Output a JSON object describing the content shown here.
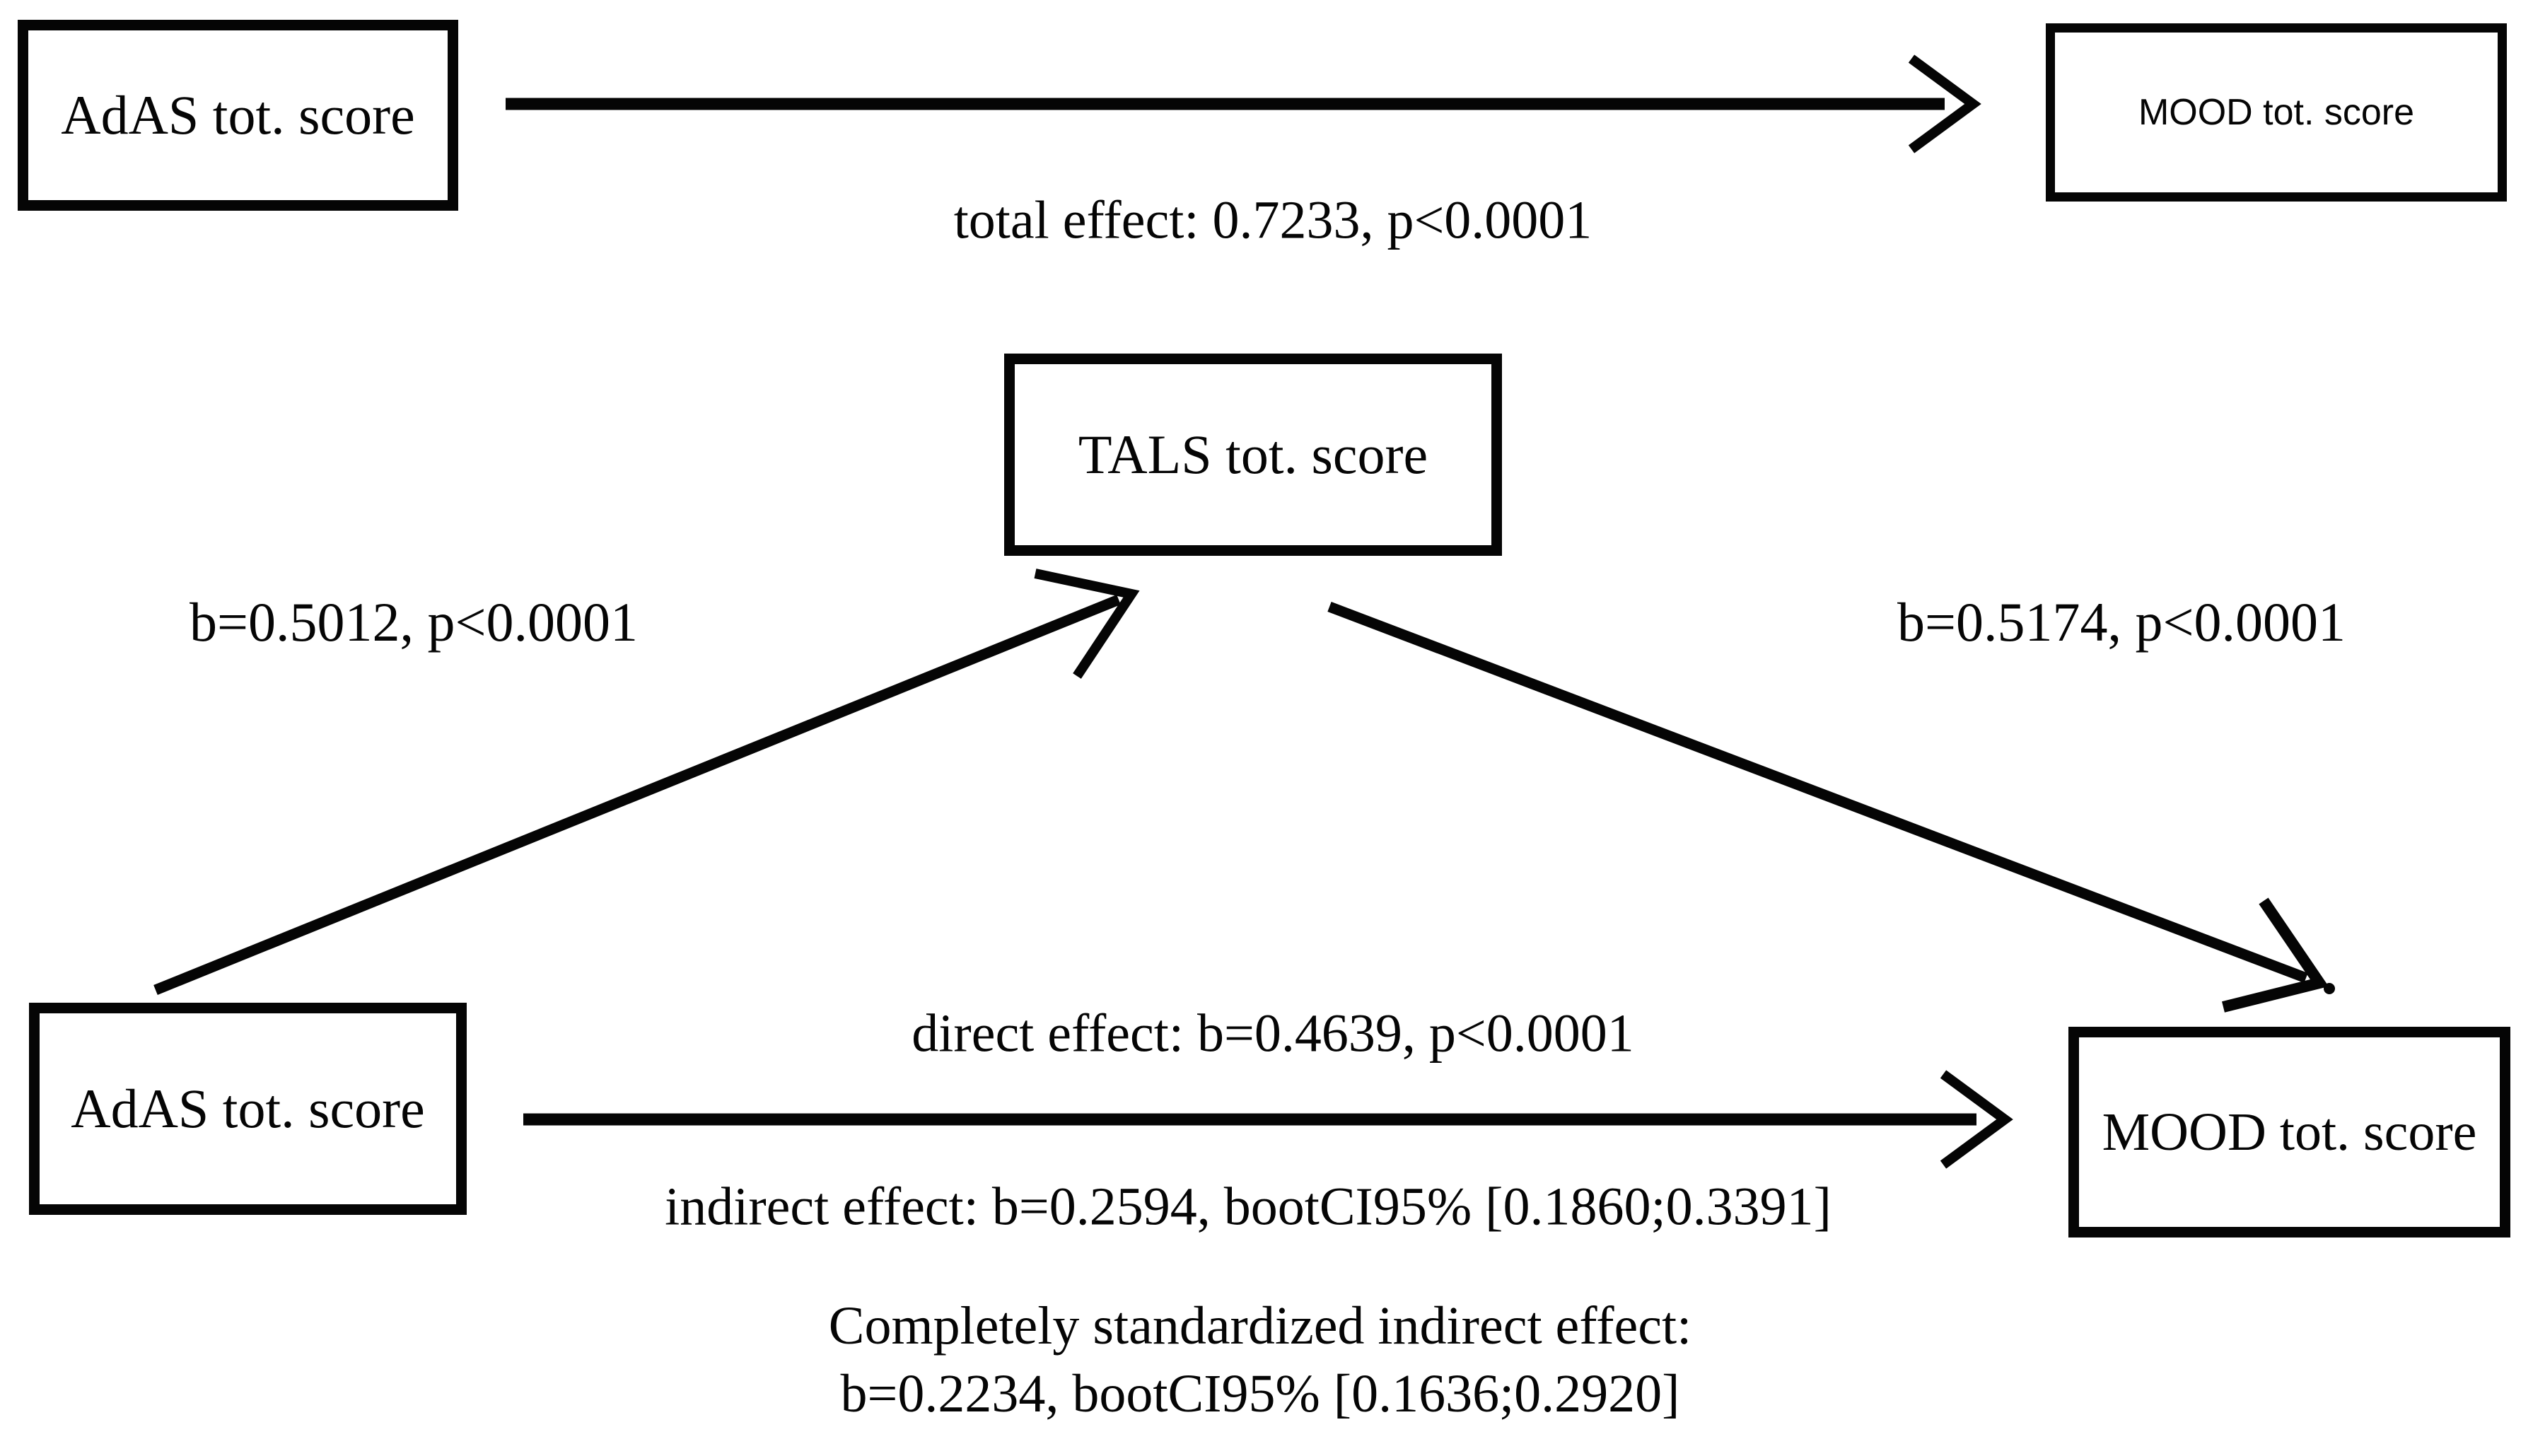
{
  "figure": {
    "colors": {
      "ink": "#050505",
      "background": "#ffffff"
    },
    "total_effect_model": {
      "predictor_label": "AdAS tot. score",
      "outcome_label": "MOOD tot. score",
      "arrow_label": "total effect: 0.7233, p<0.0001"
    },
    "mediation_model": {
      "predictor_label": "AdAS tot. score",
      "mediator_label": "TALS tot. score",
      "outcome_label": "MOOD tot. score",
      "a_path_label": "b=0.5012, p<0.0001",
      "b_path_label": "b=0.5174, p<0.0001",
      "direct_effect_label": "direct effect: b=0.4639, p<0.0001",
      "indirect_effect_label": "indirect effect: b=0.2594, bootCI95% [0.1860;0.3391]",
      "standardized_indirect_line1": "Completely standardized indirect effect:",
      "standardized_indirect_line2": "b=0.2234, bootCI95% [0.1636;0.2920]"
    }
  }
}
